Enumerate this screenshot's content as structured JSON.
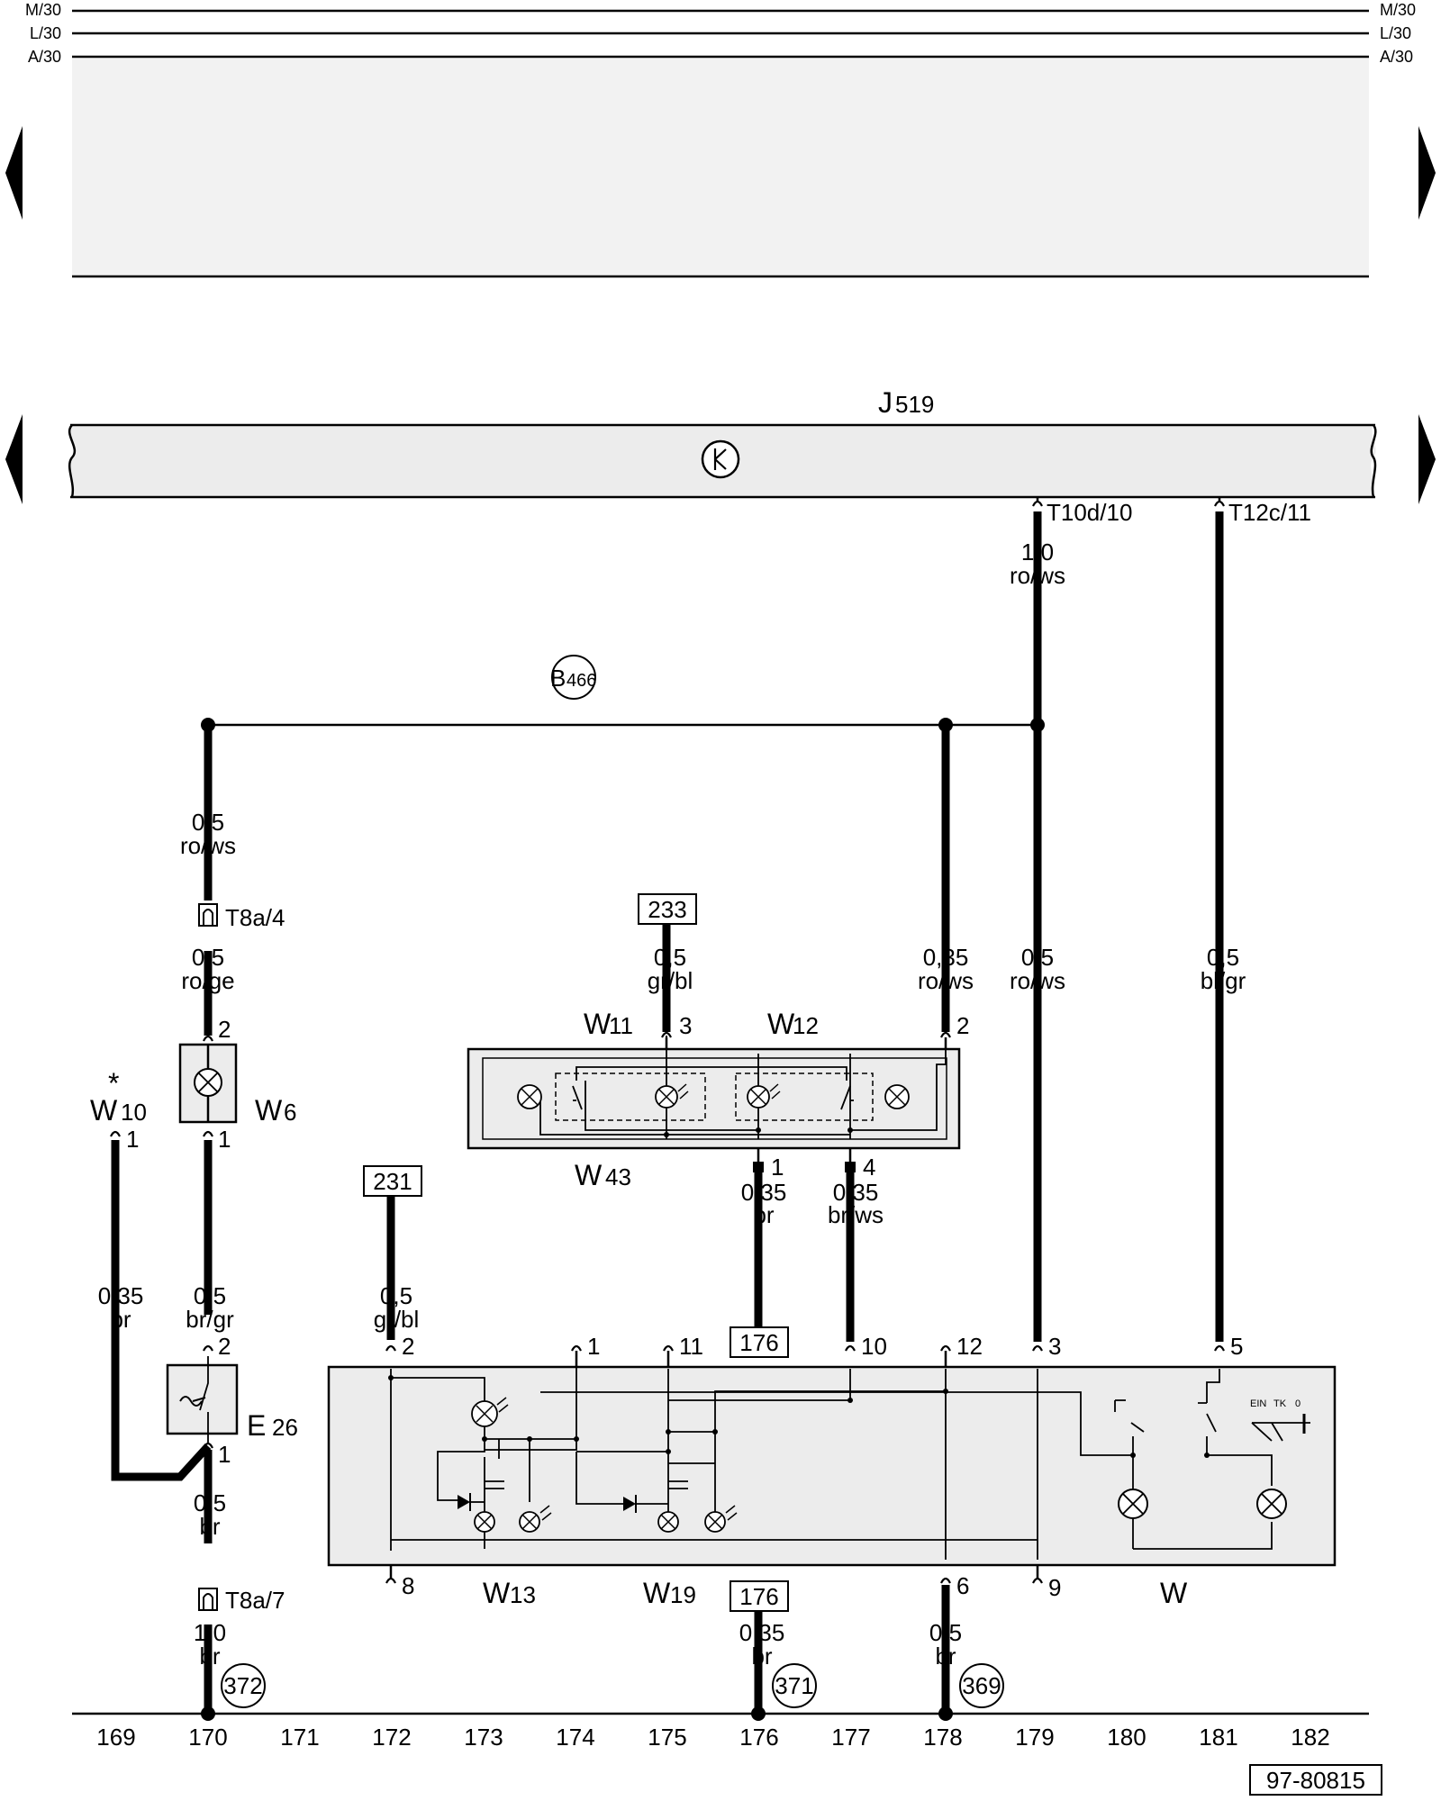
{
  "bus_lines": [
    "M/30",
    "L/30",
    "A/30"
  ],
  "control_unit": {
    "label_main": "J",
    "label_sub": "519"
  },
  "connectors": {
    "t10d": "T10d/10",
    "t12c": "T12c/11",
    "t8a4": "T8a/4",
    "t8a7": "T8a/7"
  },
  "wire_junction": {
    "label_main": "B",
    "label_sub": "466"
  },
  "wires": {
    "w1": [
      "1,0",
      "ro/ws"
    ],
    "w2": [
      "0,5",
      "ro/ws"
    ],
    "w3": [
      "0,5",
      "ro/ge"
    ],
    "w4": [
      "0,5",
      "gr/bl"
    ],
    "w5": [
      "0,35",
      "ro/ws"
    ],
    "w6": [
      "0,5",
      "ro/ws"
    ],
    "w7": [
      "0,5",
      "bl/gr"
    ],
    "w8": [
      "0,35",
      "br"
    ],
    "w9": [
      "0,35",
      "br/ws"
    ],
    "w10": [
      "0,35",
      "br"
    ],
    "w11": [
      "0,5",
      "br/gr"
    ],
    "w12": [
      "0,5",
      "gr/bl"
    ],
    "w13": [
      "0,5",
      "br"
    ],
    "w14": [
      "1,0",
      "br"
    ],
    "w15": [
      "0,35",
      "br"
    ],
    "w16": [
      "0,5",
      "br"
    ]
  },
  "refs": [
    "233",
    "231",
    "176",
    "176"
  ],
  "grounds": [
    "372",
    "371",
    "369"
  ],
  "components": {
    "w11": {
      "main": "W",
      "sub": "11"
    },
    "w12": {
      "main": "W",
      "sub": "12"
    },
    "w43": {
      "main": "W",
      "sub": "43"
    },
    "w10": {
      "main": "W",
      "sub": "10",
      "mark": "*"
    },
    "w6": {
      "main": "W",
      "sub": "6"
    },
    "e26": {
      "main": "E",
      "sub": "26"
    },
    "w13": {
      "main": "W",
      "sub": "13"
    },
    "w19": {
      "main": "W",
      "sub": "19"
    },
    "w": {
      "main": "W"
    }
  },
  "pins": {
    "w43_3": "3",
    "w43_2": "2",
    "w43_1": "1",
    "w43_4": "4",
    "w6_2": "2",
    "w6_1": "1",
    "w10_1": "1",
    "e26_2": "2",
    "e26_1": "1",
    "w_2": "2",
    "w_1": "1",
    "w_11": "11",
    "w_10": "10",
    "w_12": "12",
    "w_3": "3",
    "w_5": "5",
    "w_8": "8",
    "w_6": "6",
    "w_9": "9"
  },
  "switch_positions": [
    "EIN",
    "TK",
    "0"
  ],
  "columns": [
    "169",
    "170",
    "171",
    "172",
    "173",
    "174",
    "175",
    "176",
    "177",
    "178",
    "179",
    "180",
    "181",
    "182"
  ],
  "doc_id": "97-80815"
}
